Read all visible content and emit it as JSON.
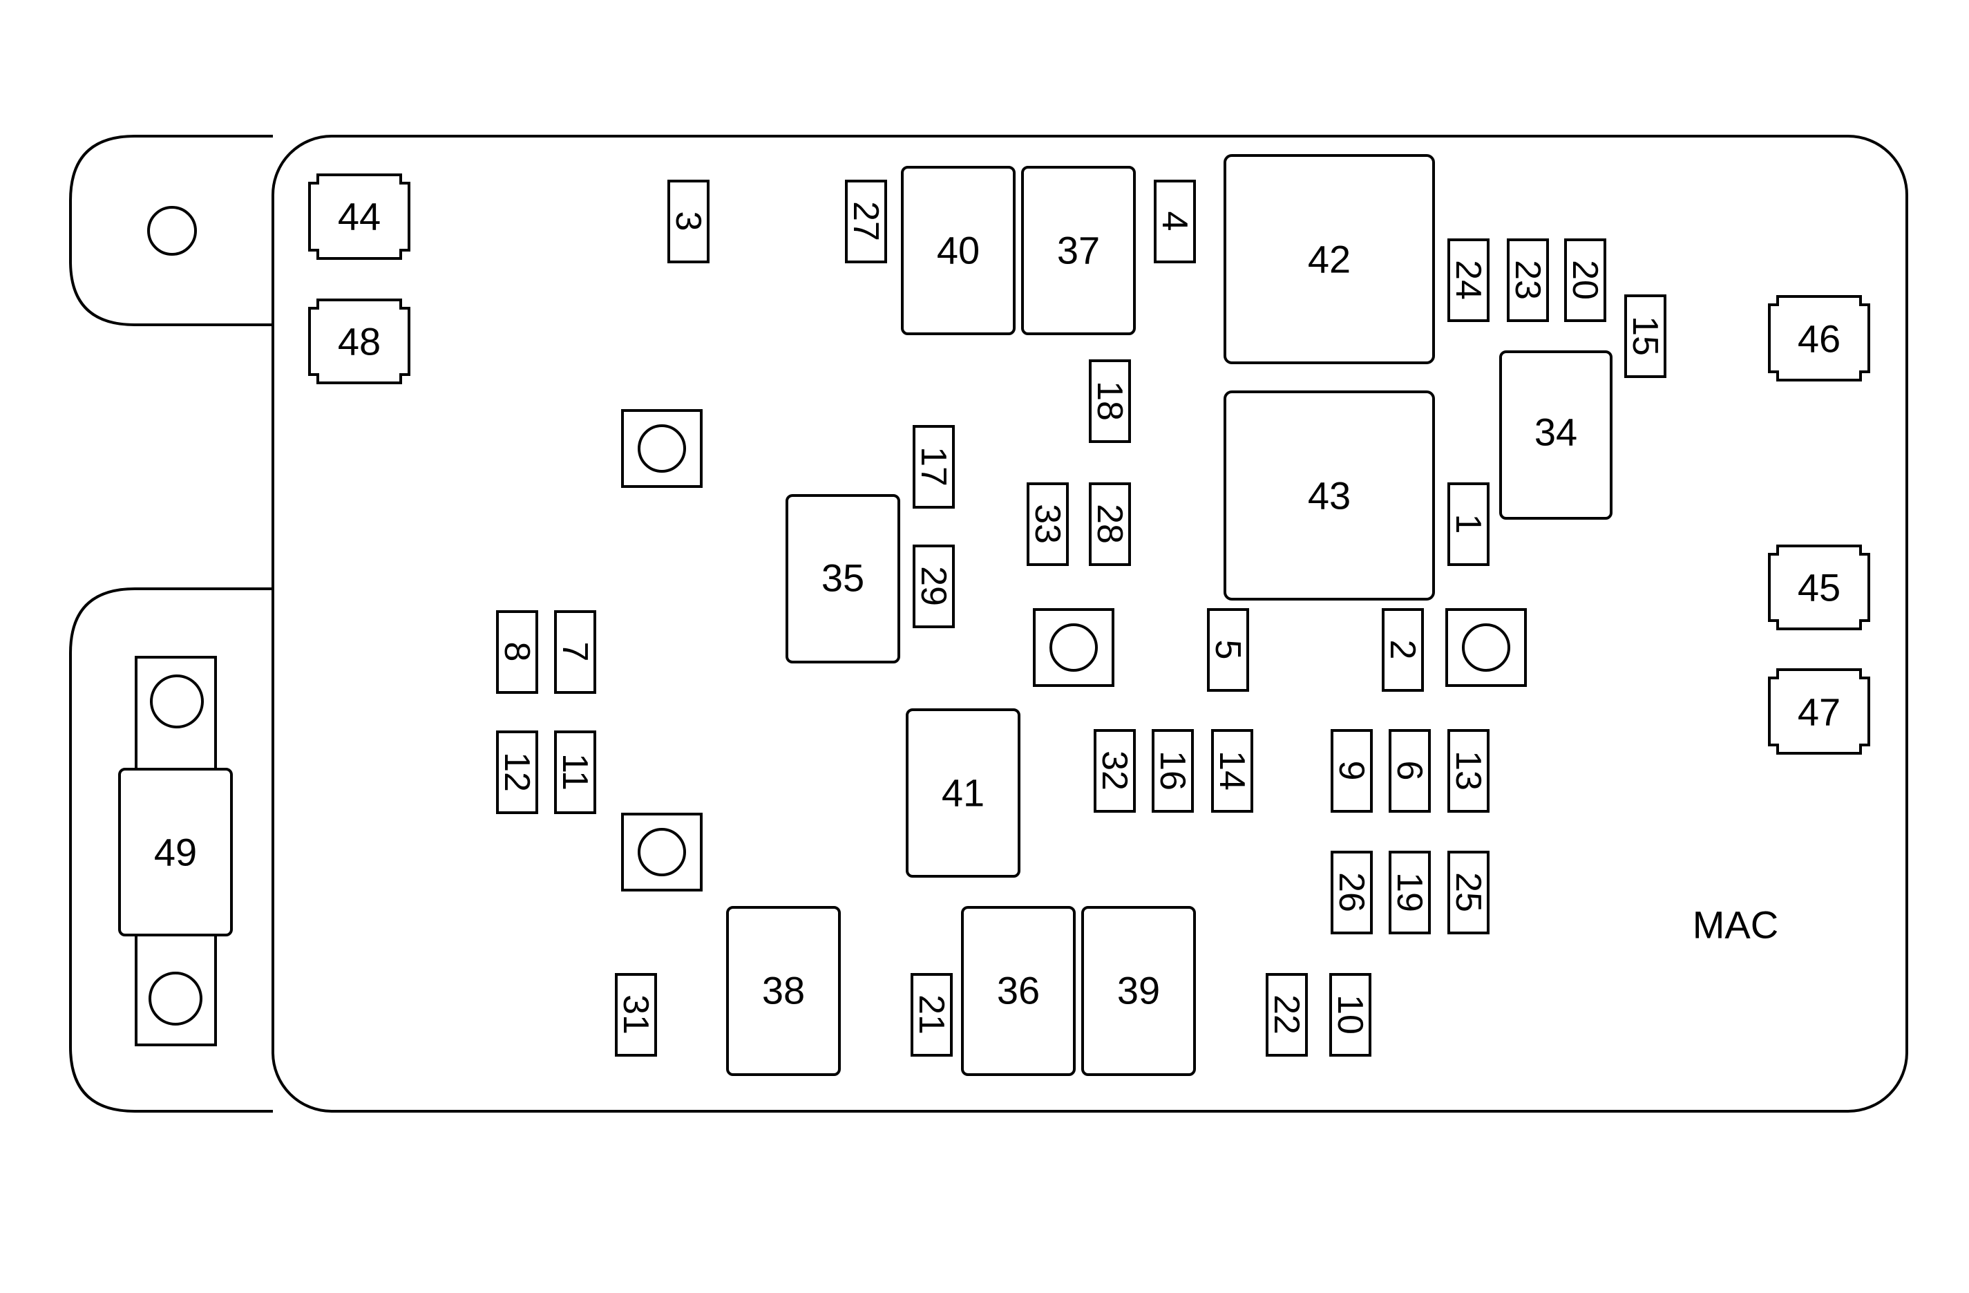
{
  "footnote": "MAC",
  "fuses": {
    "f1": "1",
    "f2": "2",
    "f3": "3",
    "f4": "4",
    "f5": "5",
    "f6": "6",
    "f7": "7",
    "f8": "8",
    "f9": "9",
    "f10": "10",
    "f11": "11",
    "f12": "12",
    "f13": "13",
    "f14": "14",
    "f15": "15",
    "f16": "16",
    "f17": "17",
    "f18": "18",
    "f19": "19",
    "f20": "20",
    "f21": "21",
    "f22": "22",
    "f23": "23",
    "f24": "24",
    "f25": "25",
    "f26": "26",
    "f27": "27",
    "f28": "28",
    "f29": "29",
    "f31": "31",
    "f32": "32",
    "f33": "33"
  },
  "relays": {
    "r34": "34",
    "r35": "35",
    "r36": "36",
    "r37": "37",
    "r38": "38",
    "r39": "39",
    "r40": "40",
    "r41": "41",
    "r42": "42",
    "r43": "43"
  },
  "maxi_fuses": {
    "m44": "44",
    "m45": "45",
    "m46": "46",
    "m47": "47",
    "m48": "48"
  },
  "mega_fuse": {
    "m49": "49"
  }
}
